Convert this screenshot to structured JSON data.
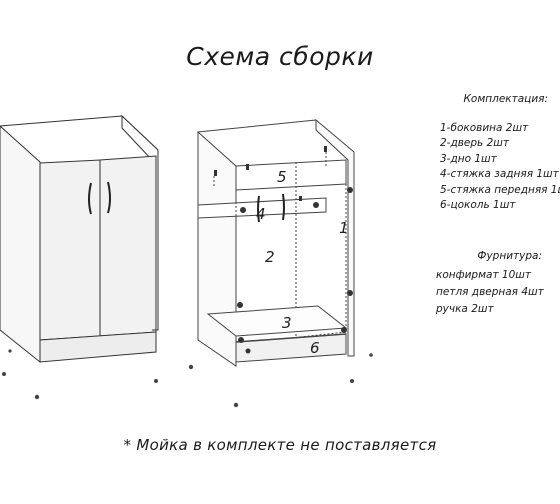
{
  "title": "Схема сборки",
  "kit": {
    "heading": "Комплектация:",
    "items": [
      "1-боковина 2шт",
      "2-дверь 2шт",
      "3-дно 1шт",
      "4-стяжка задняя 1шт",
      "5-стяжка передняя 1шт",
      "6-цоколь 1шт"
    ]
  },
  "hardware": {
    "heading": "Фурнитура:",
    "items": [
      "конфирмат 10шт",
      "петля дверная 4шт",
      "ручка 2шт"
    ]
  },
  "parts": {
    "p1": "1",
    "p2": "2",
    "p3": "3",
    "p4": "4",
    "p5": "5",
    "p6": "6"
  },
  "note": "* Мойка в комплекте не поставляется"
}
